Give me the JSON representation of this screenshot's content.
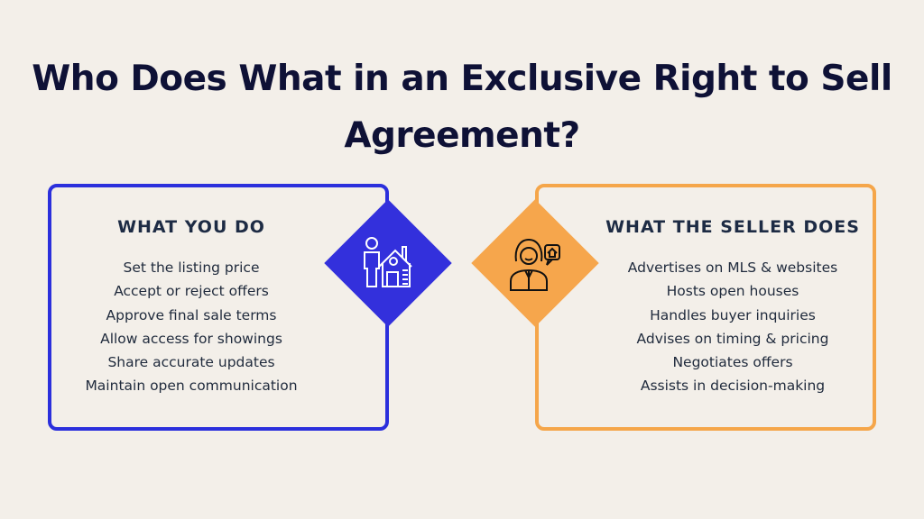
{
  "title": "Who Does What in an Exclusive Right to Sell Agreement?",
  "left": {
    "heading": "WHAT YOU DO",
    "icon": "person-house-icon",
    "color": "#2b2fdc",
    "items": [
      "Set the listing price",
      "Accept or reject offers",
      "Approve final sale terms",
      "Allow access for showings",
      "Share accurate updates",
      "Maintain open communication"
    ]
  },
  "right": {
    "heading": "WHAT THE SELLER DOES",
    "icon": "agent-speech-house-icon",
    "color": "#f5a64a",
    "items": [
      "Advertises on MLS & websites",
      "Hosts open houses",
      "Handles buyer inquiries",
      "Advises on timing & pricing",
      "Negotiates offers",
      "Assists in decision-making"
    ]
  }
}
